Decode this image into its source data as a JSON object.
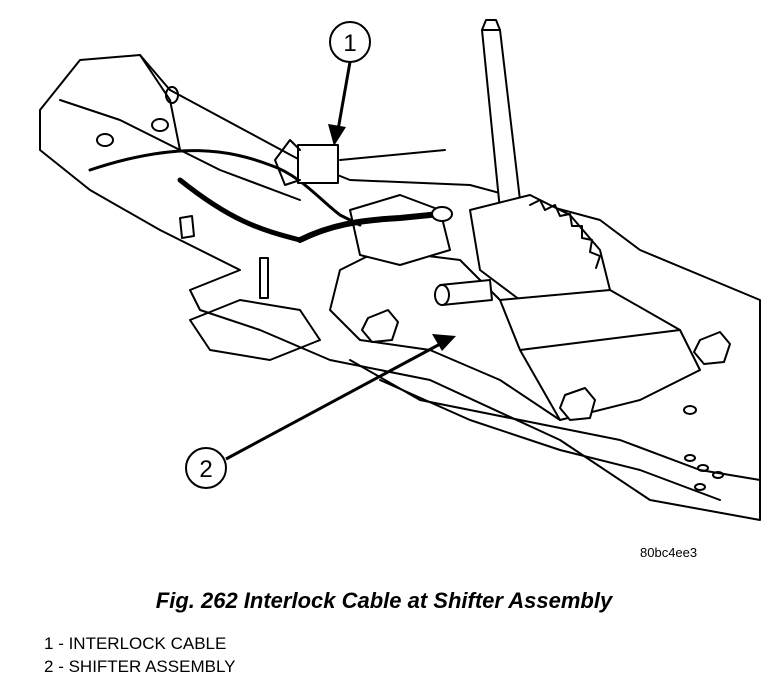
{
  "callouts": [
    {
      "number": "1"
    },
    {
      "number": "2"
    }
  ],
  "reference_code": "80bc4ee3",
  "caption": "Fig. 262 Interlock Cable at Shifter Assembly",
  "legend": [
    {
      "number": "1",
      "separator": " - ",
      "label": "INTERLOCK CABLE"
    },
    {
      "number": "2",
      "separator": " - ",
      "label": "SHIFTER ASSEMBLY"
    }
  ]
}
